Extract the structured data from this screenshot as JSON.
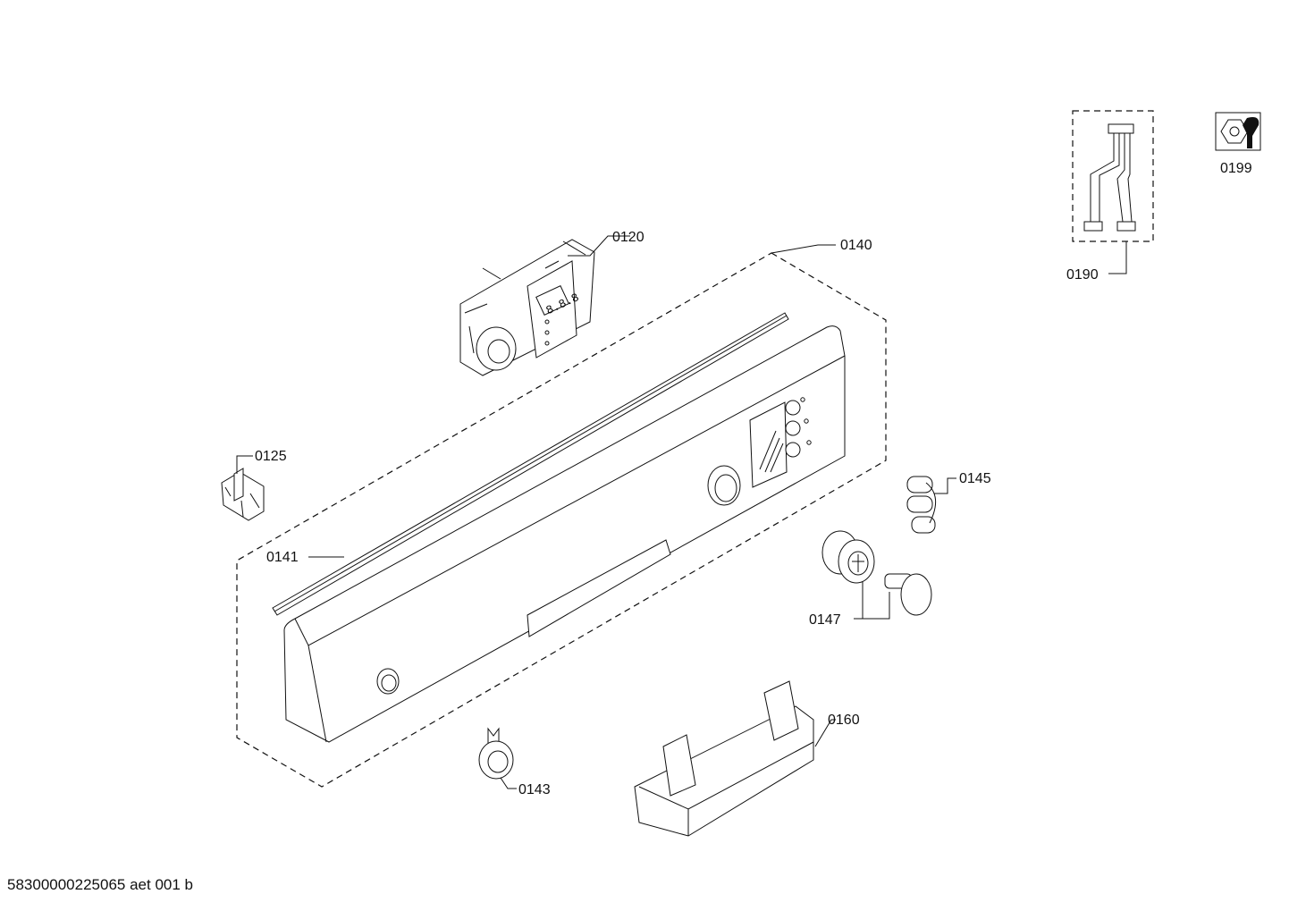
{
  "labels": {
    "p0120": "0120",
    "p0125": "0125",
    "p0140": "0140",
    "p0141": "0141",
    "p0143": "0143",
    "p0145": "0145",
    "p0147": "0147",
    "p0160": "0160",
    "p0190": "0190",
    "p0199": "0199"
  },
  "footer": "58300000225065 aet 001 b",
  "icons": {
    "service_kit": "nut-and-wrench-icon"
  }
}
